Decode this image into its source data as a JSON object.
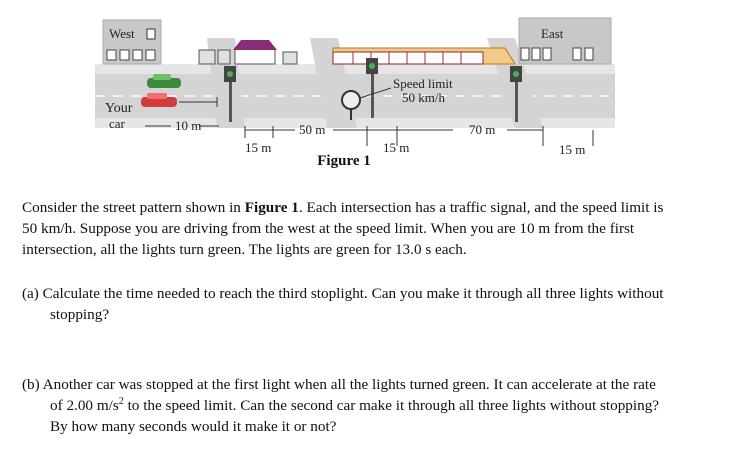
{
  "figure": {
    "west_label": "West",
    "east_label": "East",
    "your_car_label_1": "Your",
    "your_car_label_2": "car",
    "dist_10": "10 m",
    "dist_15a": "15 m",
    "dist_50": "50 m",
    "dist_15b": "15 m",
    "dist_70": "70 m",
    "dist_15c": "15 m",
    "speed_sign_1": "Speed limit",
    "speed_sign_2": "50 km/h",
    "caption": "Figure 1"
  },
  "intro": {
    "before": "Consider the street pattern shown in ",
    "bold": "Figure 1",
    "after": ". Each intersection has a traffic signal, and the speed limit is 50 km/h. Suppose you are driving from the west at the speed limit. When you are 10 m from the first intersection, all the lights turn green. The lights are green for 13.0 s each."
  },
  "part_a": {
    "text": "(a) Calculate the time needed to reach the third stoplight. Can you make it through all three lights without stopping?"
  },
  "part_b": {
    "before": "(b) Another car was stopped at the first light when all the lights turned green. It can accelerate at the rate of 2.00 m/s",
    "sup": "2",
    "after": " to the speed limit. Can the second car make it through all three lights without stopping? By how many seconds would it make it or not?"
  },
  "colors": {
    "sidewalk": "#e6e6e6",
    "road": "#d2d2d2",
    "roof": "#f3c98a",
    "building": "#e8a83a",
    "car_green": "#3c8a3c",
    "car_red": "#d23c3c",
    "purple_roof": "#8a2a7a"
  }
}
